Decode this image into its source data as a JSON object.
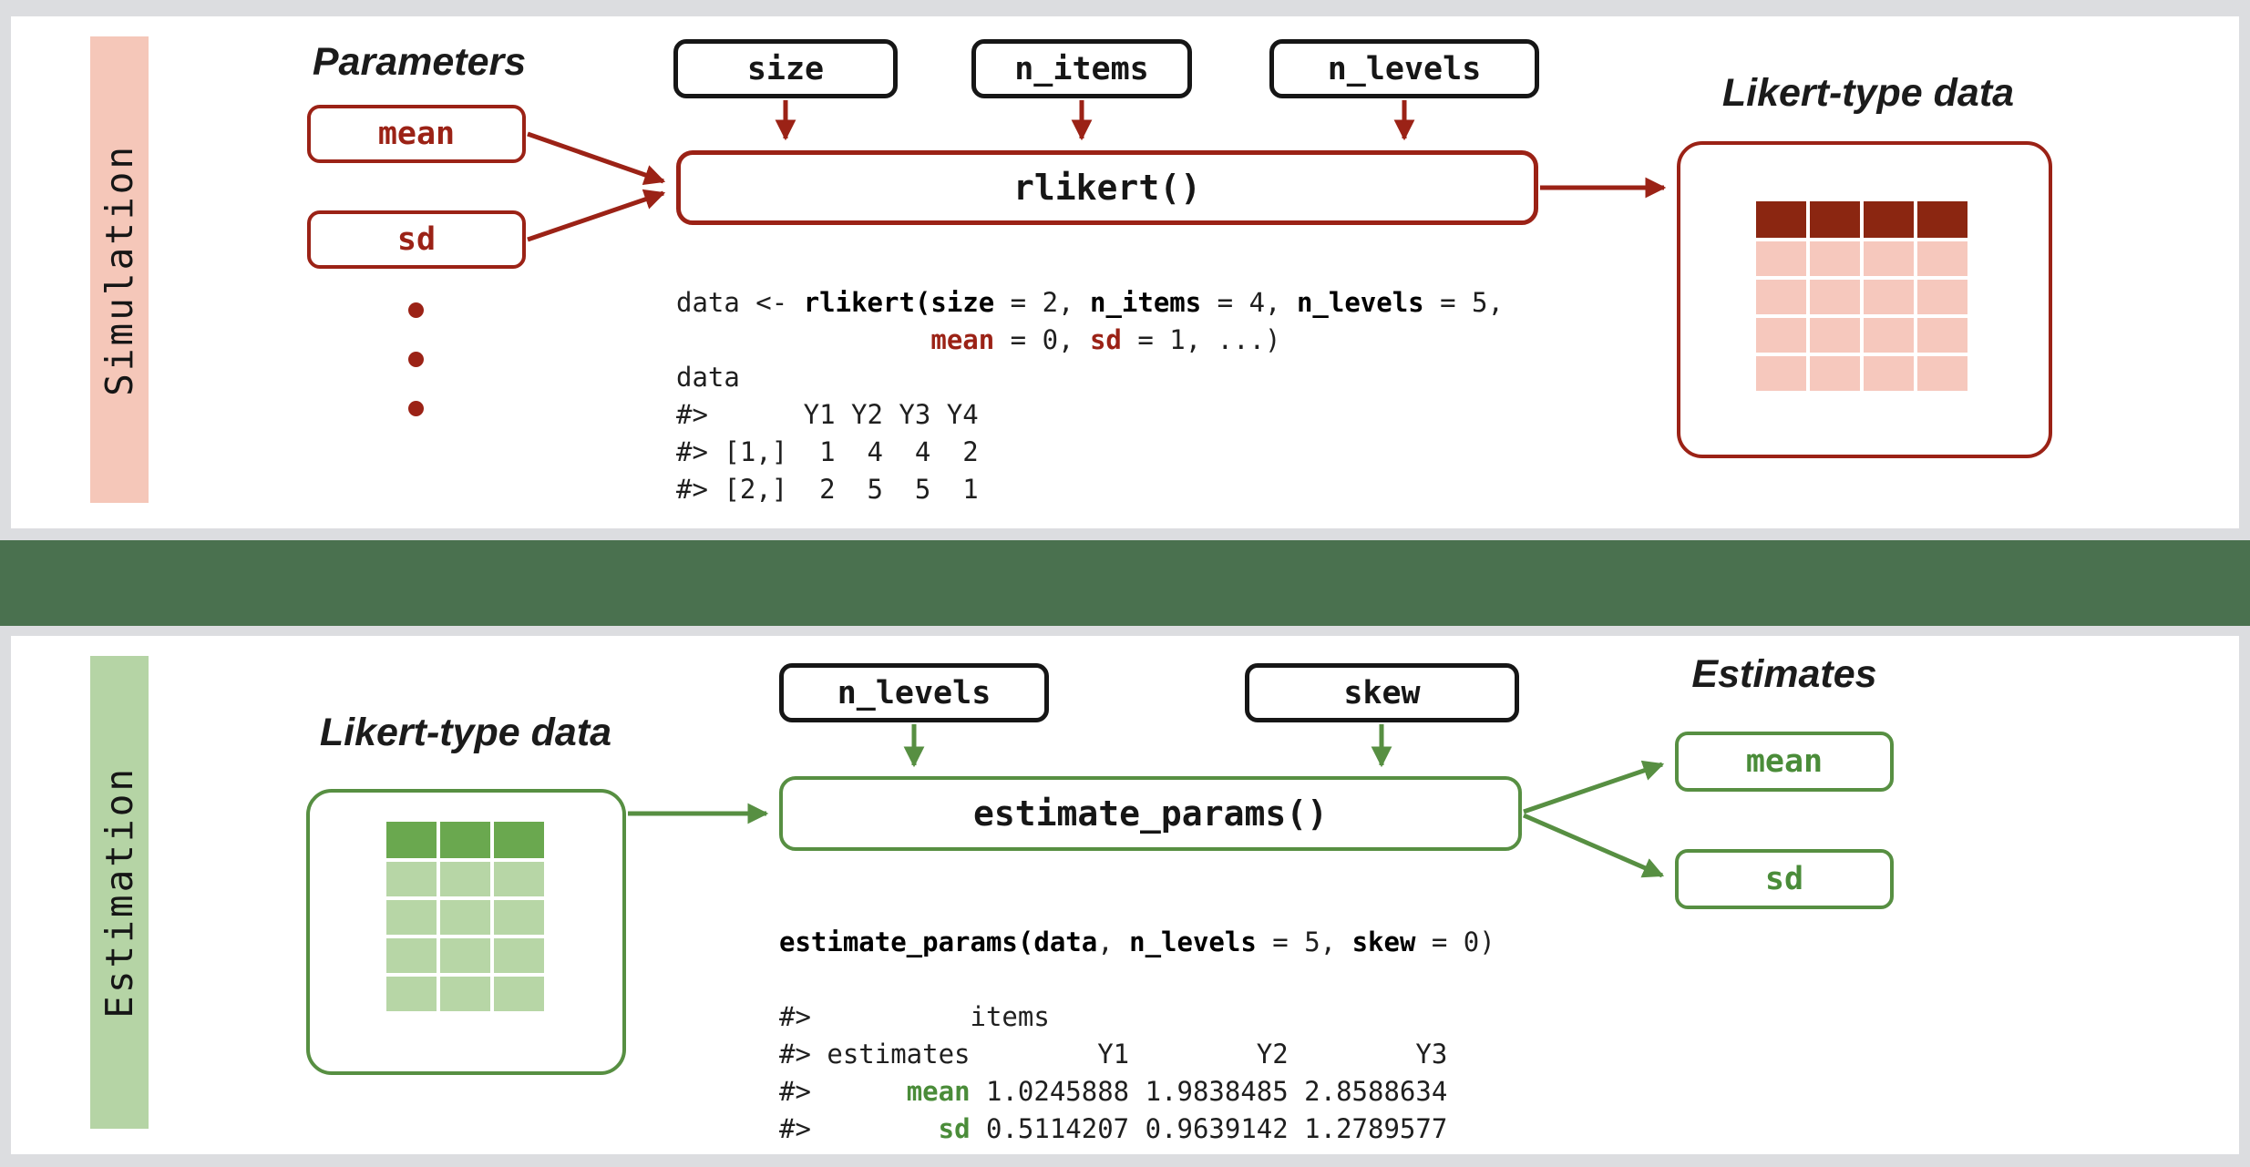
{
  "colors": {
    "background_gray": "#dcdde0",
    "divider_band_green": "#4a714f",
    "red_accent": "#9b2216",
    "red_table_header": "#8b2611",
    "red_table_cell": "#f6c8bd",
    "simulation_bar": "#f5c7b9",
    "green_accent_border": "#578f42",
    "green_text": "#4a8c39",
    "green_table_header": "#6aa84f",
    "green_table_cell": "#b7d6a6",
    "estimation_bar": "#b5d4a5"
  },
  "simulation": {
    "section_label": "Simulation",
    "parameters_heading": "Parameters",
    "mean_box": "mean",
    "sd_box": "sd",
    "size_box": "size",
    "n_items_box": "n_items",
    "n_levels_box": "n_levels",
    "function_box": "rlikert()",
    "data_heading": "Likert-type data",
    "table": {
      "columns": 4,
      "body_rows": 4
    },
    "code": [
      [
        {
          "t": "data <- "
        },
        {
          "t": "rlikert(",
          "s": "b"
        },
        {
          "t": "size",
          "s": "b"
        },
        {
          "t": " = 2, "
        },
        {
          "t": "n_items",
          "s": "b"
        },
        {
          "t": " = 4, "
        },
        {
          "t": "n_levels",
          "s": "b"
        },
        {
          "t": " = 5,"
        }
      ],
      [
        {
          "t": "                "
        },
        {
          "t": "mean",
          "s": "r"
        },
        {
          "t": " = 0, "
        },
        {
          "t": "sd",
          "s": "r"
        },
        {
          "t": " = 1, ...)"
        }
      ],
      [
        {
          "t": "data"
        }
      ],
      [
        {
          "t": "#>      Y1 Y2 Y3 Y4"
        }
      ],
      [
        {
          "t": "#> [1,]  1  4  4  2"
        }
      ],
      [
        {
          "t": "#> [2,]  2  5  5  1"
        }
      ]
    ]
  },
  "estimation": {
    "section_label": "Estimation",
    "data_heading": "Likert-type data",
    "table": {
      "columns": 3,
      "body_rows": 4
    },
    "n_levels_box": "n_levels",
    "skew_box": "skew",
    "function_box": "estimate_params()",
    "estimates_heading": "Estimates",
    "mean_box": "mean",
    "sd_box": "sd",
    "code": [
      [
        {
          "t": "estimate_params(",
          "s": "b"
        },
        {
          "t": "data",
          "s": "b"
        },
        {
          "t": ", "
        },
        {
          "t": "n_levels",
          "s": "b"
        },
        {
          "t": " = 5, "
        },
        {
          "t": "skew",
          "s": "b"
        },
        {
          "t": " = 0)"
        }
      ],
      [
        {
          "t": ""
        }
      ],
      [
        {
          "t": "#>          items"
        }
      ],
      [
        {
          "t": "#> estimates        Y1        Y2        Y3"
        }
      ],
      [
        {
          "t": "#>      "
        },
        {
          "t": "mean",
          "s": "g"
        },
        {
          "t": " 1.0245888 1.9838485 2.8588634"
        }
      ],
      [
        {
          "t": "#>        "
        },
        {
          "t": "sd",
          "s": "g"
        },
        {
          "t": " 0.5114207 0.9639142 1.2789577"
        }
      ]
    ]
  }
}
